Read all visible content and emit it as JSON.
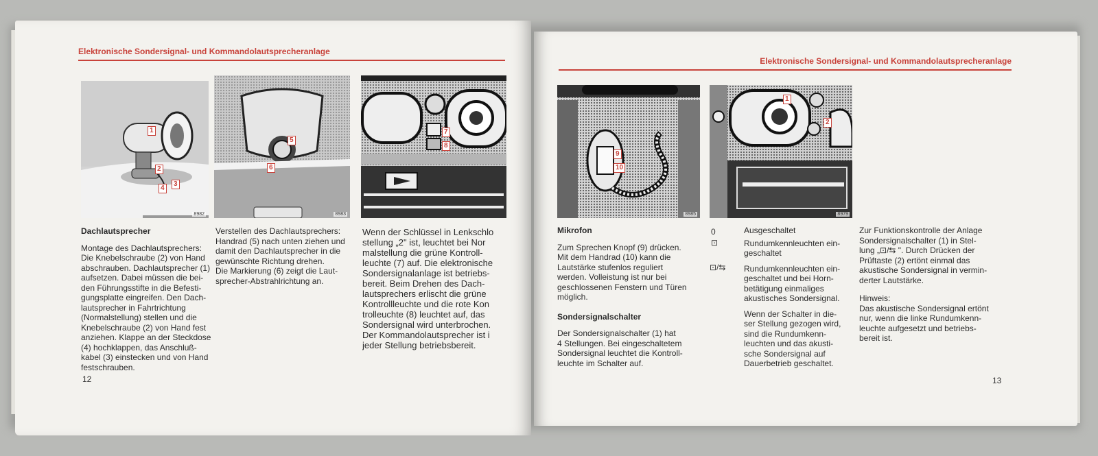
{
  "header": {
    "left_title": "Elektronische Sondersignal- und Kommandolautsprecheranlage",
    "right_title": "Elektronische Sondersignal- und Kommandolautsprecheranlage"
  },
  "figures": {
    "speaker": {
      "callouts": [
        "1",
        "2",
        "3",
        "4"
      ],
      "number": "8982"
    },
    "handwheel": {
      "callouts": [
        "5",
        "6"
      ],
      "number": "8983"
    },
    "dashboard": {
      "callouts": [
        "7",
        "8"
      ]
    },
    "microphone": {
      "callouts": [
        "9",
        "10"
      ],
      "number": "8985"
    },
    "switch": {
      "callouts": [
        "1",
        "2"
      ],
      "number": "8979"
    }
  },
  "left": {
    "col1": {
      "heading": "Dachlautsprecher",
      "lines": [
        "Montage des Dachlautsprechers:",
        "Die Knebelschraube (2) von Hand",
        "abschrauben. Dachlautsprecher (1)",
        "aufsetzen. Dabei müssen die bei-",
        "den Führungsstifte in die Befesti-",
        "gungsplatte eingreifen. Den Dach-",
        "lautsprecher in Fahrtrichtung",
        "(Normalstellung) stellen und die",
        "Knebelschraube (2) von Hand fest",
        "anziehen. Klappe an der Steckdose",
        "(4) hochklappen, das Anschluß-",
        "kabel (3) einstecken und von Hand",
        "festschrauben."
      ]
    },
    "col2": {
      "lines": [
        "Verstellen des Dachlautsprechers:",
        "Handrad (5) nach unten ziehen und",
        "damit den Dachlautsprecher in die",
        "gewünschte Richtung drehen.",
        "Die Markierung (6) zeigt die Laut-",
        "sprecher-Abstrahlrichtung an."
      ]
    },
    "col3": {
      "lines": [
        "Wenn der Schlüssel in Lenkschlo",
        "stellung „2\" ist, leuchtet bei Nor",
        "malstellung die grüne Kontroll-",
        "leuchte (7) auf. Die elektronische",
        "Sondersignalanlage ist betriebs-",
        "bereit. Beim Drehen des Dach-",
        "lautsprechers erlischt die grüne",
        "Kontrollleuchte und die rote Kon",
        "trolleuchte (8) leuchtet auf, das",
        "Sondersignal wird unterbrochen.",
        "Der Kommandolautsprecher ist i",
        "jeder Stellung betriebsbereit."
      ]
    },
    "page_number": "12"
  },
  "right": {
    "col1": {
      "heading1": "Mikrofon",
      "lines1": [
        "Zum Sprechen Knopf (9) drücken.",
        "Mit dem Handrad (10) kann die",
        "Lautstärke stufenlos reguliert",
        "werden. Volleistung ist nur bei",
        "geschlossenen Fenstern und Türen",
        "möglich."
      ],
      "heading2": "Sondersignalschalter",
      "lines2": [
        "Der Sondersignalschalter (1) hat",
        "4 Stellungen. Bei eingeschaltetem",
        "Sondersignal leuchtet die Kontroll-",
        "leuchte im Schalter auf."
      ]
    },
    "col2": {
      "symbols": [
        "0",
        "⊡",
        "⊡/⇆"
      ],
      "item1": [
        "Ausgeschaltet"
      ],
      "item2": [
        "Rundumkennleuchten ein-",
        "geschaltet"
      ],
      "item3": [
        "Rundumkennleuchten ein-",
        "geschaltet und bei Horn-",
        "betätigung einmaliges",
        "akustisches Sondersignal."
      ],
      "item4": [
        "Wenn der Schalter in die-",
        "ser Stellung gezogen wird,",
        "sind die Rundumkenn-",
        "leuchten und das akusti-",
        "sche Sondersignal auf",
        "Dauerbetrieb geschaltet."
      ]
    },
    "col3": {
      "lines1": [
        "Zur Funktionskontrolle der Anlage",
        "Sondersignalschalter (1) in Stel-",
        "lung „⊡/⇆ \". Durch Drücken der",
        "Prüftaste (2) ertönt einmal das",
        "akustische Sondersignal in vermin-",
        "derter Lautstärke."
      ],
      "hint_label": "Hinweis:",
      "lines2": [
        "Das akustische Sondersignal ertönt",
        "nur, wenn die linke Rundumkenn-",
        "leuchte aufgesetzt und betriebs-",
        "bereit ist."
      ]
    },
    "page_number": "13"
  }
}
